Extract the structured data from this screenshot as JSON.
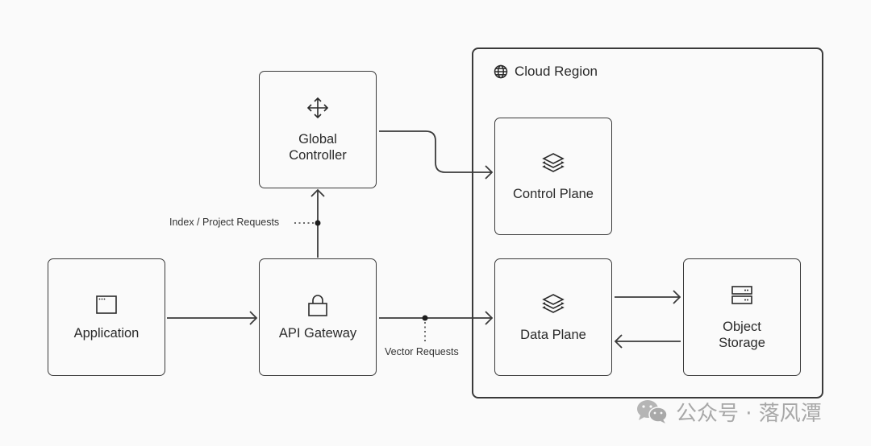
{
  "diagram": {
    "region": {
      "title": "Cloud Region",
      "icon": "globe-icon"
    },
    "nodes": {
      "application": {
        "label": "Application",
        "icon": "app-window-icon"
      },
      "api_gateway": {
        "label": "API Gateway",
        "icon": "lock-icon"
      },
      "global_controller": {
        "label": "Global\nController",
        "icon": "move-arrows-icon"
      },
      "control_plane": {
        "label": "Control Plane",
        "icon": "layers-icon"
      },
      "data_plane": {
        "label": "Data Plane",
        "icon": "layers-icon"
      },
      "object_storage": {
        "label": "Object\nStorage",
        "icon": "server-icon"
      }
    },
    "edges": [
      {
        "from": "Application",
        "to": "API Gateway",
        "label": ""
      },
      {
        "from": "API Gateway",
        "to": "Global Controller",
        "label": "Index / Project Requests"
      },
      {
        "from": "Global Controller",
        "to": "Control Plane",
        "label": ""
      },
      {
        "from": "API Gateway",
        "to": "Data Plane",
        "label": "Vector Requests"
      },
      {
        "from": "Data Plane",
        "to": "Object Storage",
        "label": ""
      },
      {
        "from": "Object Storage",
        "to": "Data Plane",
        "label": ""
      }
    ],
    "edge_labels": {
      "index_project": "Index / Project Requests",
      "vector": "Vector Requests"
    }
  },
  "watermark": {
    "text": "公众号 · 落风潭",
    "icon": "wechat-icon"
  },
  "colors": {
    "background": "#fafafa",
    "stroke": "#3a3a3a",
    "text": "#2a2a2a",
    "watermark": "#a8a8a8"
  }
}
